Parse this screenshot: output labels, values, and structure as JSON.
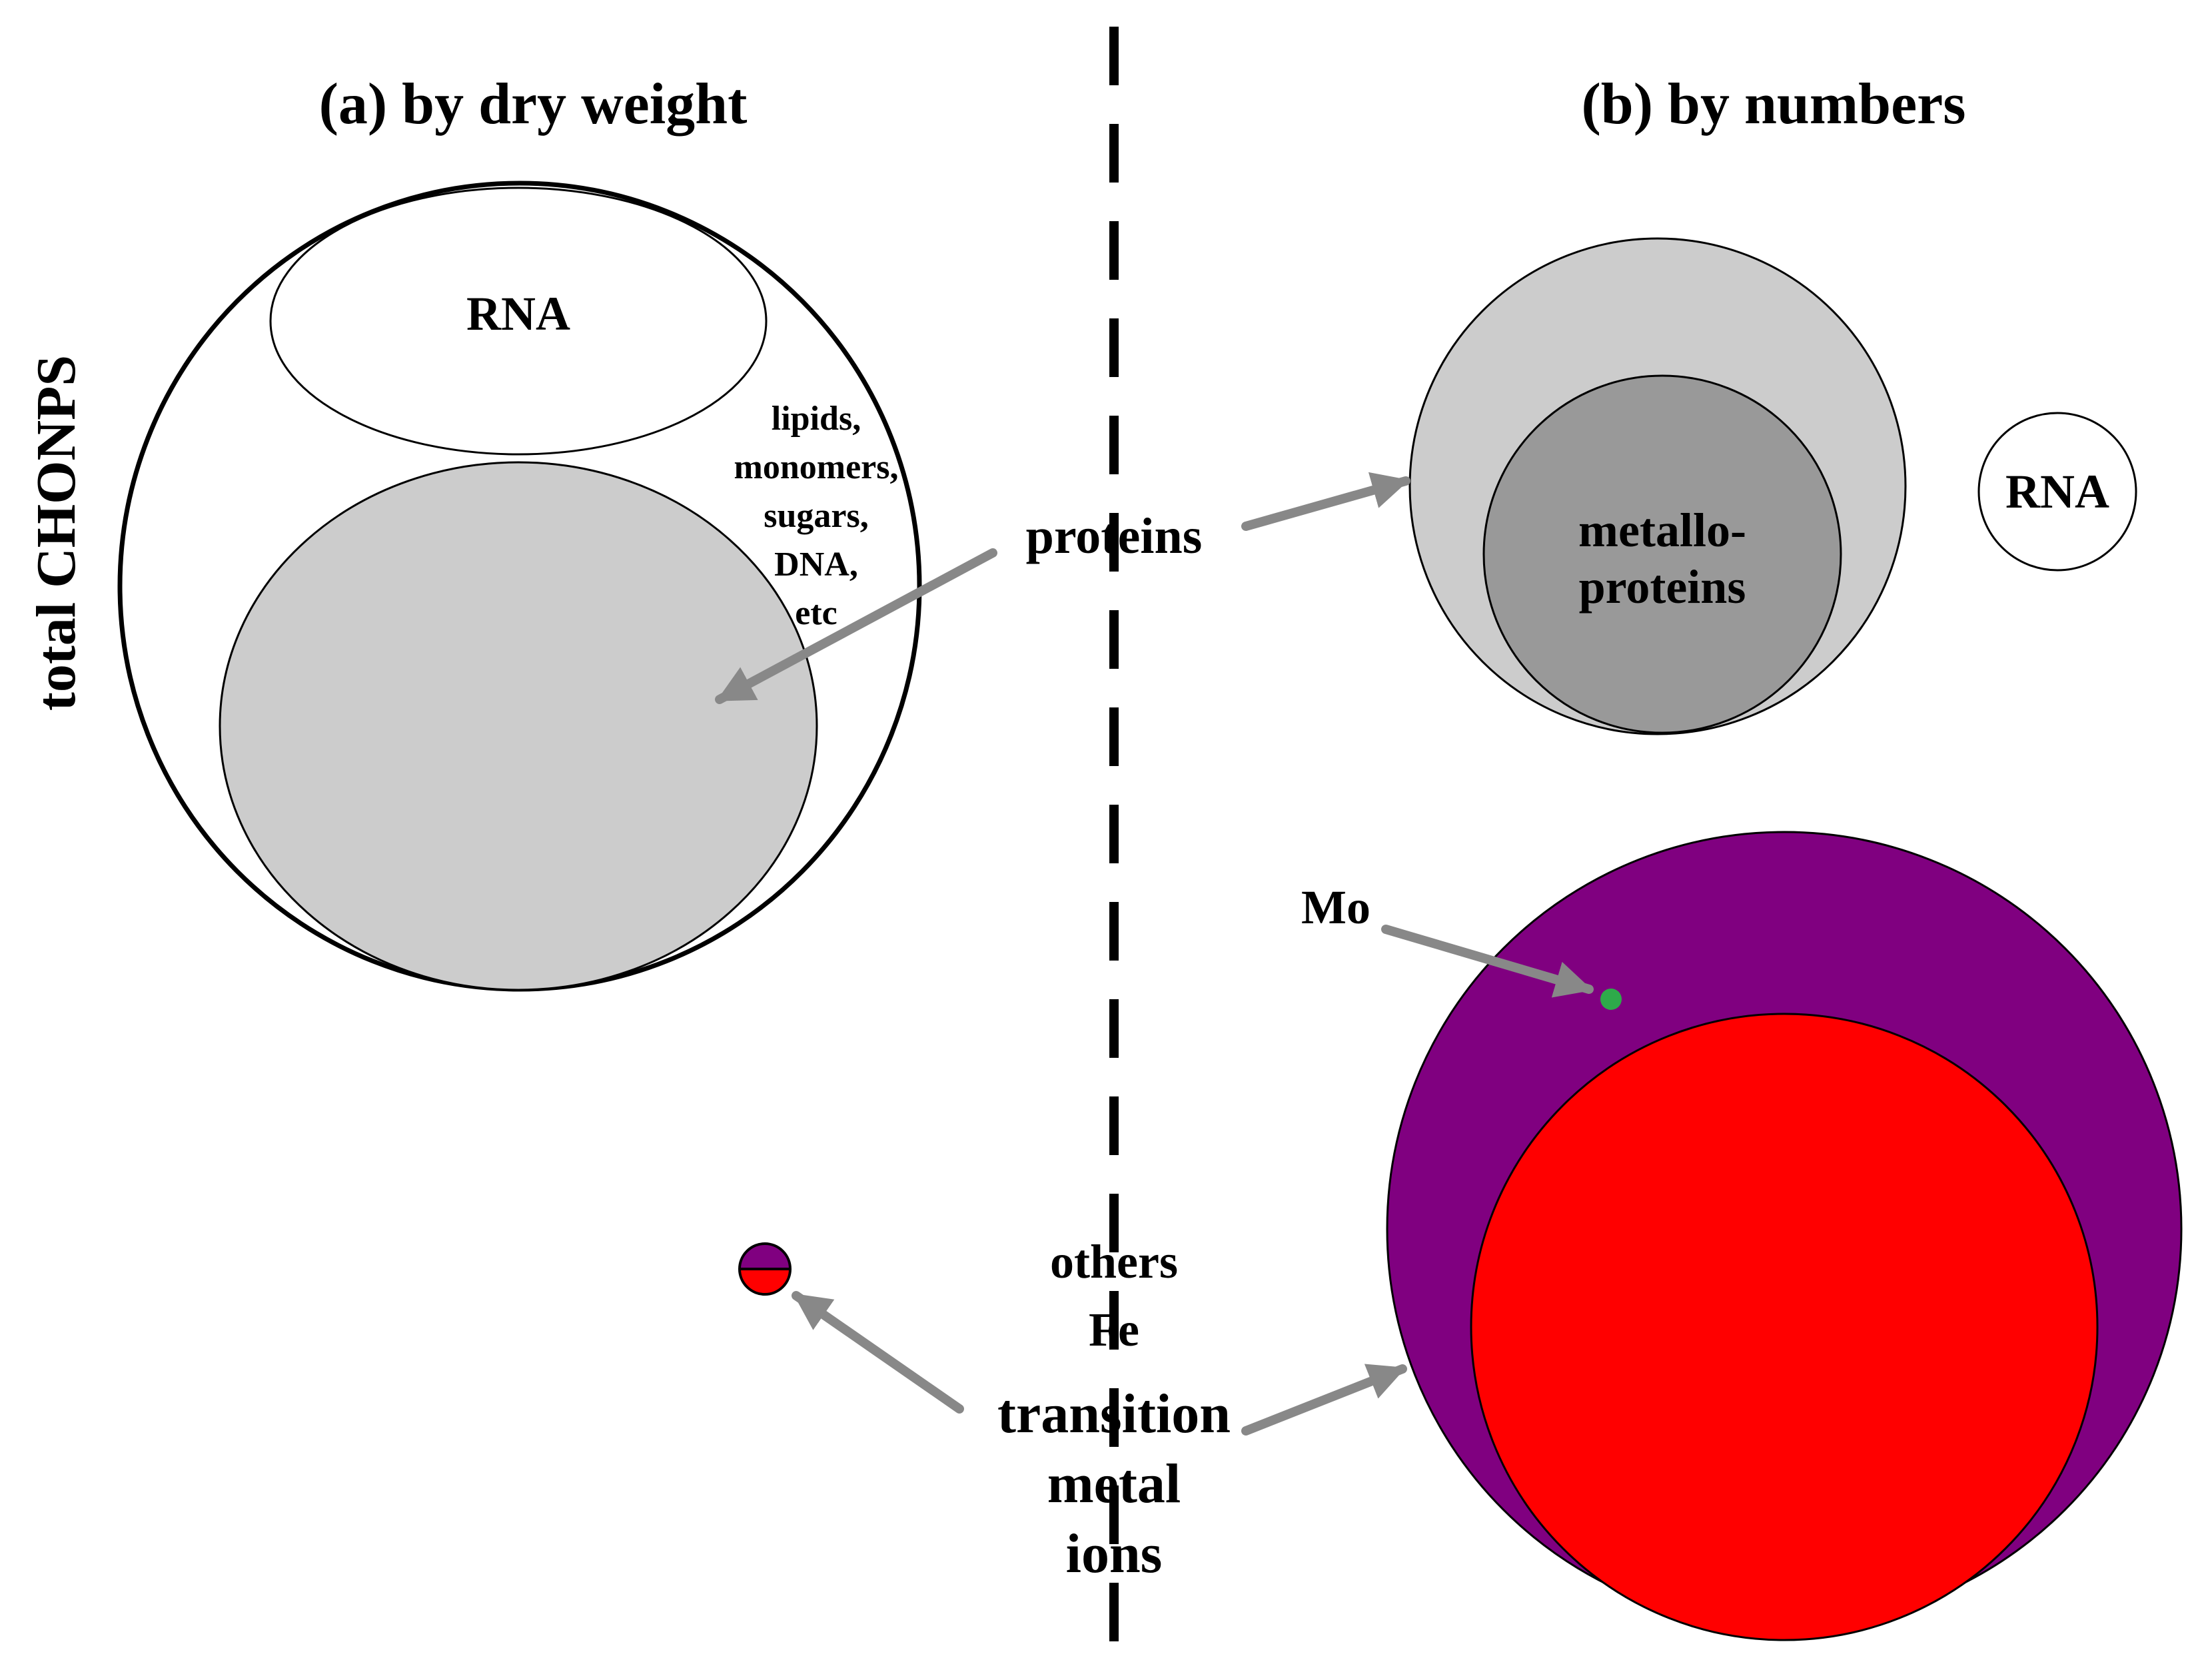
{
  "panel_a": {
    "title": "(a) by dry weight",
    "side_label": "total CHONPS",
    "rna_label": "RNA",
    "misc_lines": [
      "lipids,",
      "monomers,",
      "sugars,",
      "DNA,",
      "etc"
    ]
  },
  "panel_b": {
    "title": "(b) by numbers",
    "rna_label": "RNA",
    "metallo_lines": [
      "metallo-",
      "proteins"
    ],
    "mo_label": "Mo"
  },
  "center": {
    "proteins_label": "proteins",
    "others_label": "others",
    "fe_label": "Fe",
    "tm_lines": [
      "transition",
      "metal",
      "ions"
    ]
  },
  "colors": {
    "protein_fill": "#cccccc",
    "metalloprotein_fill": "#999999",
    "others_fill": "#800080",
    "fe_fill": "#ff0000",
    "mo_fill": "#2eaa4a",
    "arrow": "#888888",
    "mo_text": "#2eaa4a",
    "others_text": "#800080",
    "fe_text": "#ff0000"
  }
}
